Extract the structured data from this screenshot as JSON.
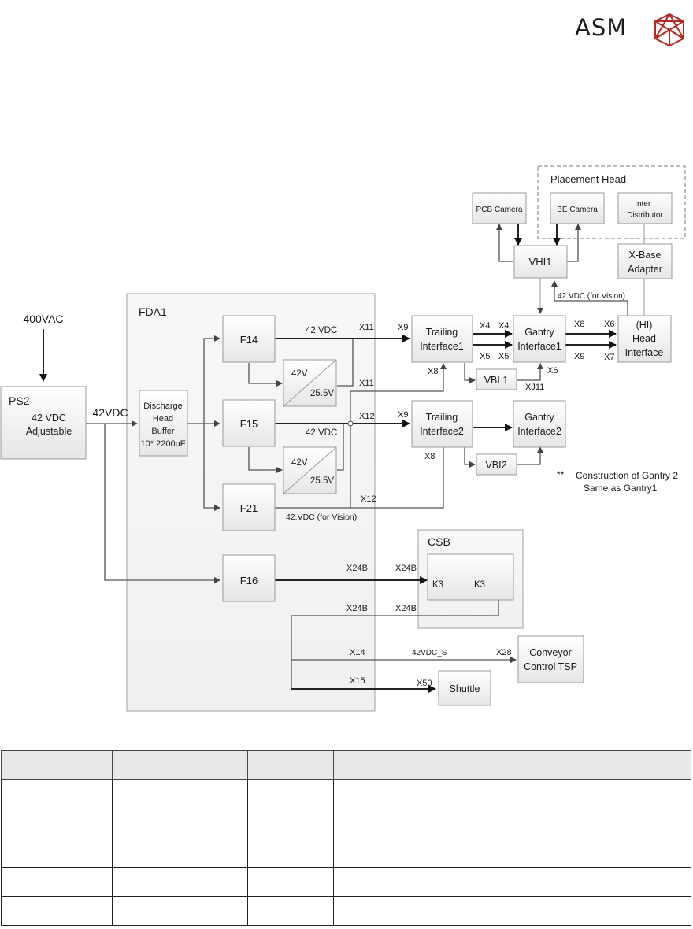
{
  "logo": {
    "text": "ASM",
    "icon": "asm-polyhedron-logo",
    "color": "#b52a25"
  },
  "diagram": {
    "input_label": "400VAC",
    "ps2": {
      "title": "PS2",
      "line1": "42 VDC",
      "line2": "Adjustable"
    },
    "ps2_output_label": "42VDC",
    "fda1": {
      "title": "FDA1"
    },
    "buffer": {
      "line1": "Discharge",
      "line2": "Head",
      "line3": "Buffer",
      "line4": "10* 2200uF"
    },
    "fuses": {
      "f14": "F14",
      "f15": "F15",
      "f21": "F21",
      "f16": "F16"
    },
    "converters": [
      {
        "in": "42V",
        "out": "25.5V"
      },
      {
        "in": "42V",
        "out": "25.5V"
      }
    ],
    "labels": {
      "f14_vdc": "42 VDC",
      "f15_vdc": "42 VDC",
      "f21_vdc": "42.VDC (for Vision)",
      "hi_vdc": "42.VDC (for Vision)",
      "conveyor_vdc": "42VDC_S",
      "x11a": "X11",
      "x11b": "X11",
      "x12a": "X12",
      "x12b": "X12",
      "x9a": "X9",
      "x9b": "X9",
      "x8a": "X8",
      "x8b": "X8",
      "x4a": "X4",
      "x4b": "X4",
      "x5a": "X5",
      "x5b": "X5",
      "x8c": "X8",
      "x9c": "X9",
      "x6a": "X6",
      "x7": "X7",
      "x6b": "X6",
      "xj11": "XJ11",
      "x24b1": "X24B",
      "x24b2": "X24B",
      "x24b3": "X24B",
      "x24b4": "X24B",
      "x14": "X14",
      "x15": "X15",
      "x28": "X28",
      "x50": "X50"
    },
    "trailing1": {
      "line1": "Trailing",
      "line2": "Interface1"
    },
    "trailing2": {
      "line1": "Trailing",
      "line2": "Interface2"
    },
    "gantry1": {
      "line1": "Gantry",
      "line2": "Interface1"
    },
    "gantry2": {
      "line1": "Gantry",
      "line2": "Interface2"
    },
    "vbi1": "VBI 1",
    "vbi2": "VBI2",
    "head_interface": {
      "line1": "(HI)",
      "line2": "Head",
      "line3": "Interface"
    },
    "placement_head": {
      "title": "Placement Head"
    },
    "pcb_camera": "PCB Camera",
    "be_camera": "BE Camera",
    "distributor": {
      "line1": "Inter .",
      "line2": "Distributor"
    },
    "vhi1": "VHI1",
    "xbase": {
      "line1": "X-Base",
      "line2": "Adapter"
    },
    "note": {
      "marker": "**",
      "line1": "Construction of Gantry 2",
      "line2": "Same as Gantry1"
    },
    "csb": {
      "title": "CSB",
      "relay1": "K3",
      "relay2": "K3"
    },
    "conveyor": {
      "line1": "Conveyor",
      "line2": "Control TSP"
    },
    "shuttle": "Shuttle"
  },
  "table": {
    "headers": [
      "",
      "",
      "",
      ""
    ],
    "rows": [
      [
        "",
        "",
        "",
        ""
      ],
      [
        "",
        "",
        "",
        ""
      ],
      [
        "",
        "",
        "",
        ""
      ],
      [
        "",
        "",
        "",
        ""
      ],
      [
        "",
        "",
        "",
        ""
      ]
    ]
  }
}
